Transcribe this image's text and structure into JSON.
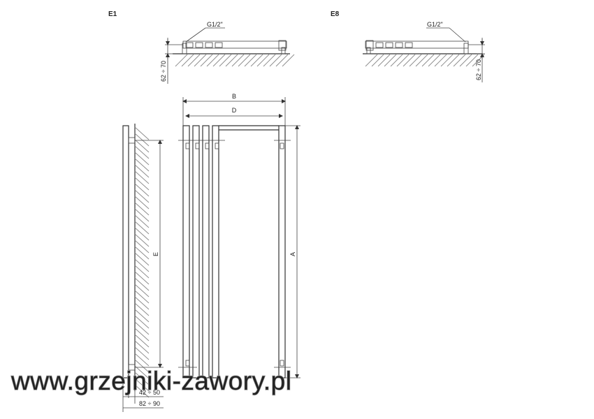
{
  "variants": {
    "e1": {
      "label": "E1",
      "connector": "G1/2\"",
      "offset": "62 ÷ 70"
    },
    "e8": {
      "label": "E8",
      "connector": "G1/2\"",
      "offset": "62 ÷ 70"
    }
  },
  "side_view": {
    "height_label": "E",
    "depth_small": "42 ÷ 50",
    "depth_large": "82 ÷ 90"
  },
  "front_view": {
    "width_label": "B",
    "spacing_label": "D",
    "height_label": "A"
  },
  "watermark": "www.grzejniki-zawory.pl",
  "colors": {
    "line": "#333333",
    "hatch": "#8a8a8a",
    "watermark_outline": "#9a9a9a"
  }
}
